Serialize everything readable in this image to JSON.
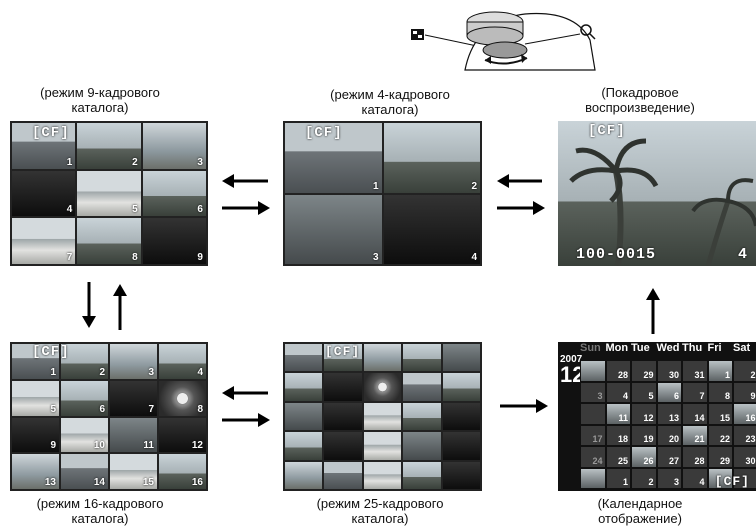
{
  "captions": {
    "nine": [
      "(режим 9-кадрового",
      "каталога)"
    ],
    "four": [
      "(режим 4-кадрового",
      "каталога)"
    ],
    "single": [
      "(Покадровое",
      "воспроизведение)"
    ],
    "sixteen": [
      "(режим 16-кадрового",
      "каталога)"
    ],
    "twentyfive": [
      "(режим 25-кадрового",
      "каталога)"
    ],
    "calendar": [
      "(Календарное",
      "отображение)"
    ]
  },
  "card_label": "[CF]",
  "nine_numbers": [
    "1",
    "2",
    "3",
    "4",
    "5",
    "6",
    "7",
    "8",
    "9"
  ],
  "four_numbers": [
    "1",
    "2",
    "3",
    "4"
  ],
  "sixteen_numbers": [
    "1",
    "2",
    "3",
    "4",
    "5",
    "6",
    "7",
    "8",
    "9",
    "10",
    "11",
    "12",
    "13",
    "14",
    "15",
    "16"
  ],
  "single_file_number": "100-0015",
  "single_frame": "4",
  "calendar": {
    "year": "2007",
    "month": "12",
    "weekdays": [
      "Sun",
      "Mon",
      "Tue",
      "Wed",
      "Thu",
      "Fri",
      "Sat"
    ],
    "card_label": "[CF]",
    "rows": [
      [
        "",
        "28",
        "29",
        "30",
        "31",
        "1",
        "2"
      ],
      [
        "3",
        "4",
        "5",
        "6",
        "7",
        "8",
        "9"
      ],
      [
        "",
        "11",
        "12",
        "13",
        "14",
        "15",
        "16"
      ],
      [
        "17",
        "18",
        "19",
        "20",
        "21",
        "22",
        "23"
      ],
      [
        "24",
        "25",
        "26",
        "27",
        "28",
        "29",
        "30"
      ],
      [
        "",
        "1",
        "2",
        "3",
        "4",
        "",
        ""
      ]
    ]
  },
  "colors": {
    "background": "#ffffff",
    "screen": "#222222",
    "text": "#111111"
  },
  "icons": [
    "index-icon",
    "magnify-icon",
    "camera-dial",
    "arrow-left",
    "arrow-right",
    "arrow-up",
    "arrow-down"
  ]
}
